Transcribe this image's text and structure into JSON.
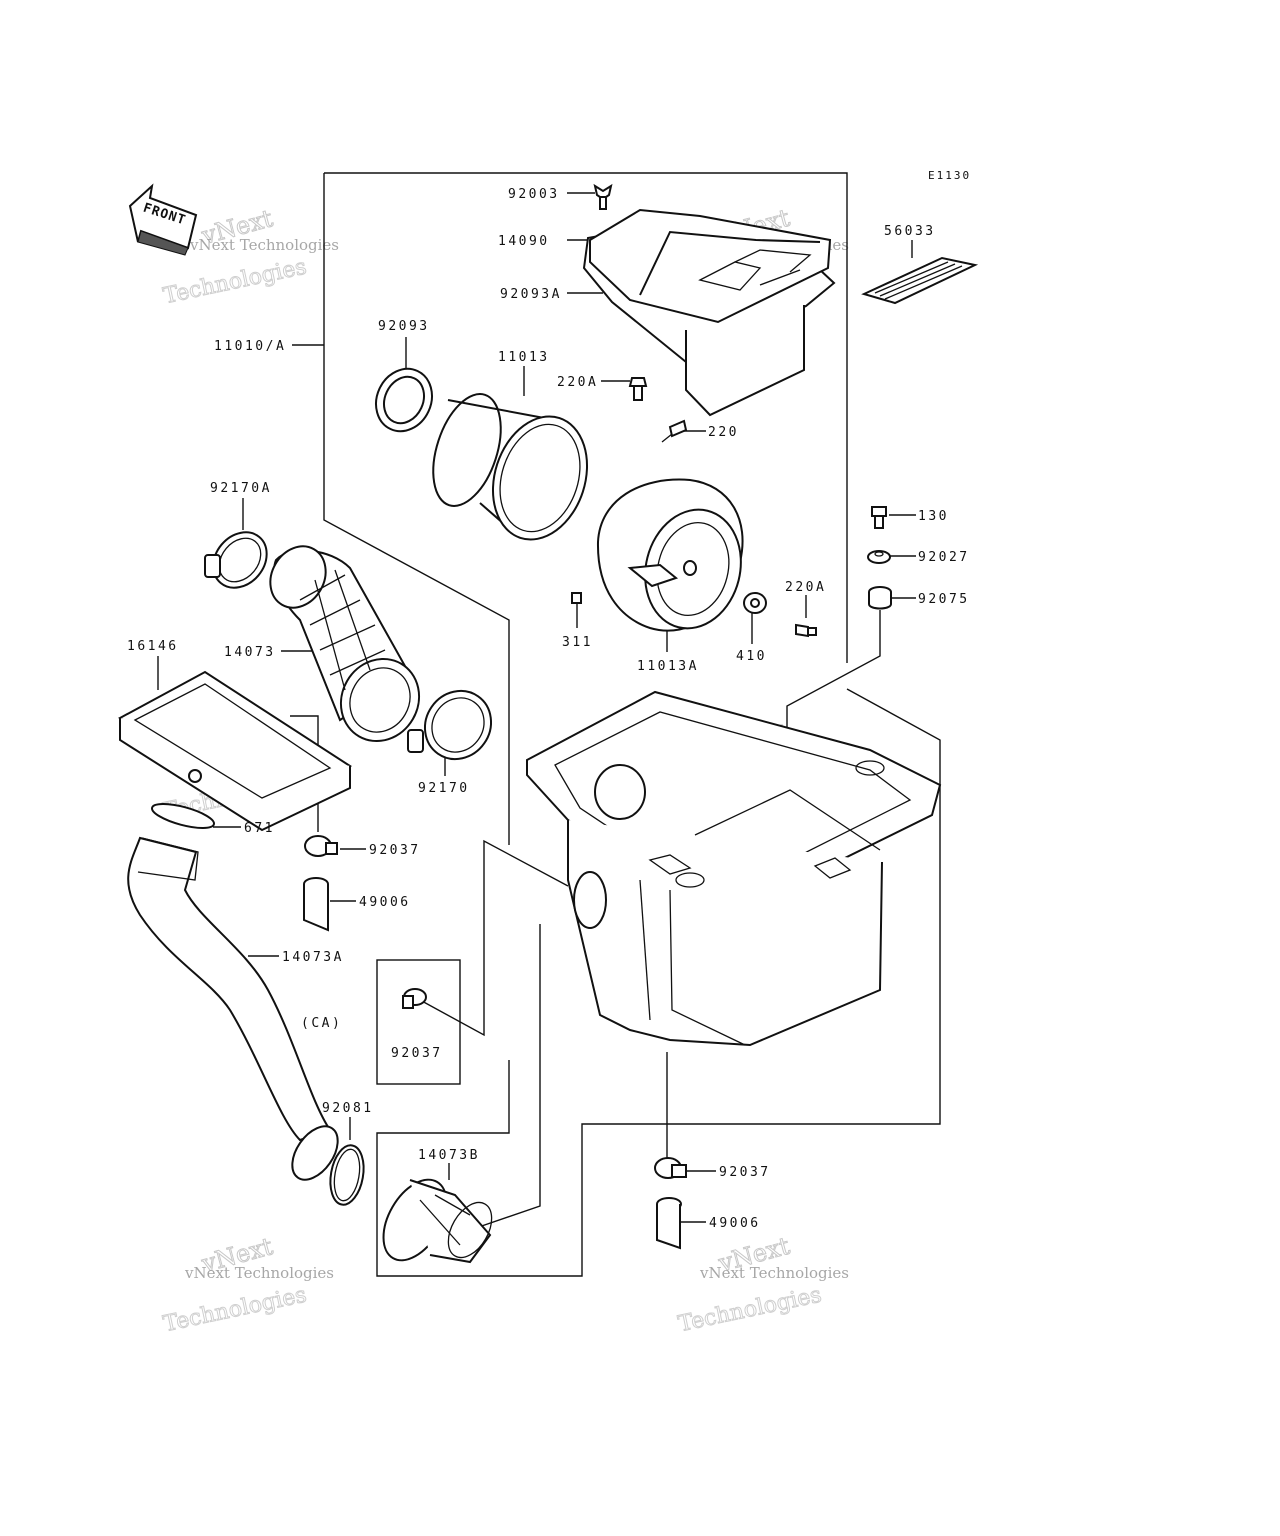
{
  "diagram_code": "E1130",
  "front_label": "FRONT",
  "watermark": {
    "line1": "vNext Technologies",
    "line2": "vNext",
    "line3": "Technologies"
  },
  "part_labels": {
    "p92003": "92003",
    "p14090": "14090",
    "p92093A": "92093A",
    "p56033": "56033",
    "p11010A": "11010/A",
    "p92093": "92093",
    "p11013": "11013",
    "p220A_top": "220A",
    "p220": "220",
    "p92170A": "92170A",
    "p130": "130",
    "p92027": "92027",
    "p92075": "92075",
    "p220A_mid": "220A",
    "p311": "311",
    "p11013A": "11013A",
    "p410": "410",
    "p16146": "16146",
    "p14073": "14073",
    "p92170": "92170",
    "p671": "671",
    "p92037_a": "92037",
    "p49006_a": "49006",
    "p14073A": "14073A",
    "pCA": "(CA)",
    "p92037_ca": "92037",
    "p92081": "92081",
    "p14073B": "14073B",
    "p92037_b": "92037",
    "p49006_b": "49006"
  }
}
